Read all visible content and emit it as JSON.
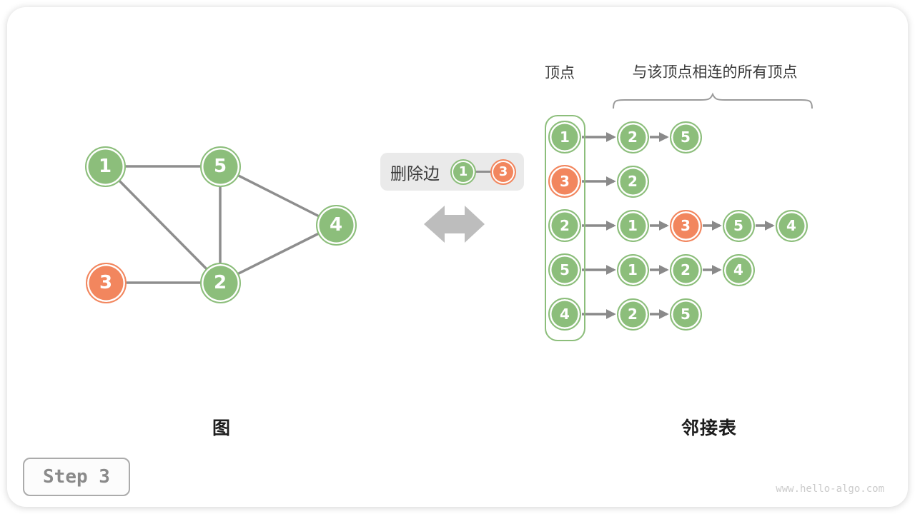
{
  "meta": {
    "step_label": "Step 3",
    "watermark": "www.hello-algo.com"
  },
  "colors": {
    "green": "#8CBE7B",
    "orange": "#F2865E",
    "graph_edge": "#8E8E8E",
    "arrow": "#8A8A8A",
    "swap_arrow": "#BDBDBD",
    "brace": "#9A9A9A"
  },
  "graph": {
    "label": "图",
    "nodes": [
      {
        "id": "1",
        "color": "green"
      },
      {
        "id": "5",
        "color": "green"
      },
      {
        "id": "4",
        "color": "green"
      },
      {
        "id": "3",
        "color": "orange"
      },
      {
        "id": "2",
        "color": "green"
      }
    ],
    "edges": [
      [
        "1",
        "5"
      ],
      [
        "1",
        "2"
      ],
      [
        "5",
        "2"
      ],
      [
        "5",
        "4"
      ],
      [
        "2",
        "4"
      ],
      [
        "3",
        "2"
      ]
    ]
  },
  "operation": {
    "label": "删除边",
    "edge": [
      {
        "id": "1",
        "color": "green"
      },
      {
        "id": "3",
        "color": "orange"
      }
    ]
  },
  "adjacency": {
    "label": "邻接表",
    "header_vertex": "顶点",
    "header_list": "与该顶点相连的所有顶点",
    "rows": [
      {
        "vertex": {
          "id": "1",
          "color": "green"
        },
        "list": [
          {
            "id": "2",
            "color": "green"
          },
          {
            "id": "5",
            "color": "green"
          }
        ]
      },
      {
        "vertex": {
          "id": "3",
          "color": "orange"
        },
        "list": [
          {
            "id": "2",
            "color": "green"
          }
        ]
      },
      {
        "vertex": {
          "id": "2",
          "color": "green"
        },
        "list": [
          {
            "id": "1",
            "color": "green"
          },
          {
            "id": "3",
            "color": "orange"
          },
          {
            "id": "5",
            "color": "green"
          },
          {
            "id": "4",
            "color": "green"
          }
        ]
      },
      {
        "vertex": {
          "id": "5",
          "color": "green"
        },
        "list": [
          {
            "id": "1",
            "color": "green"
          },
          {
            "id": "2",
            "color": "green"
          },
          {
            "id": "4",
            "color": "green"
          }
        ]
      },
      {
        "vertex": {
          "id": "4",
          "color": "green"
        },
        "list": [
          {
            "id": "2",
            "color": "green"
          },
          {
            "id": "5",
            "color": "green"
          }
        ]
      }
    ]
  }
}
